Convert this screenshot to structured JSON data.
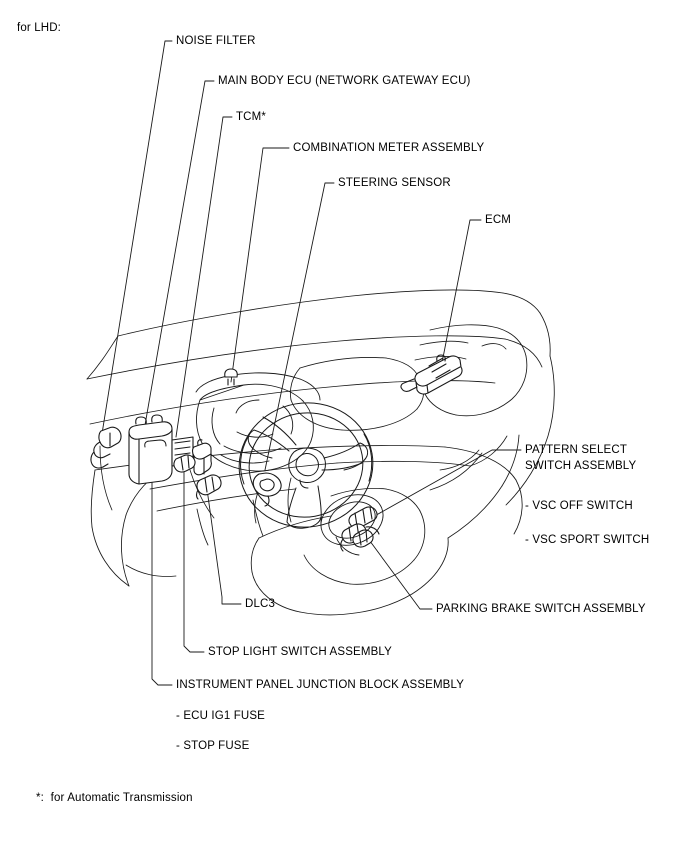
{
  "document": {
    "heading": "for LHD:",
    "footnote": "*:  for Automatic Transmission"
  },
  "labels": {
    "noise_filter": "NOISE FILTER",
    "main_body_ecu": "MAIN BODY ECU (NETWORK GATEWAY ECU)",
    "tcm": "TCM*",
    "combination_meter": "COMBINATION METER ASSEMBLY",
    "steering_sensor": "STEERING SENSOR",
    "ecm": "ECM",
    "pattern_select": "PATTERN SELECT\nSWITCH ASSEMBLY",
    "vsc_off_switch": "- VSC OFF SWITCH",
    "vsc_sport_switch": "- VSC SPORT SWITCH",
    "parking_brake_switch": "PARKING BRAKE SWITCH ASSEMBLY",
    "dlc3": "DLC3",
    "stop_light_switch": "STOP LIGHT SWITCH ASSEMBLY",
    "ipjb": "INSTRUMENT PANEL JUNCTION BLOCK ASSEMBLY",
    "ecu_ig1_fuse": "- ECU IG1 FUSE",
    "stop_fuse": "- STOP FUSE"
  },
  "style": {
    "line_color": "#1a1a1a",
    "text_color": "#000000",
    "background": "#ffffff"
  },
  "illustration": {
    "title": "instrument-panel-component-location",
    "view": "left-hand-drive dashboard perspective"
  }
}
